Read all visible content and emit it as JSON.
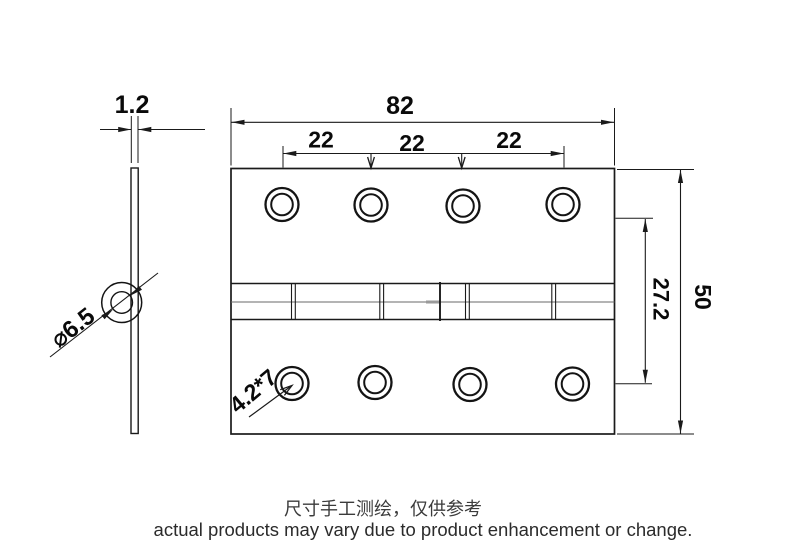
{
  "drawing": {
    "side_view": {
      "thickness": "1.2",
      "pin_diameter": "⌀6.5"
    },
    "front_view": {
      "width": "82",
      "hole_spacing": [
        "22",
        "22",
        "22"
      ],
      "height": "50",
      "hole_rows_distance": "27.2",
      "screw_hole": "4.2*7"
    },
    "footer": {
      "line1": "尺寸手工测绘，仅供参考",
      "line2": "actual products may vary due to product enhancement or change."
    },
    "colors": {
      "line": "#1a1a1a",
      "text": "#0a0a0a",
      "footer_text": "#3b3b3b",
      "background": "#ffffff"
    }
  }
}
